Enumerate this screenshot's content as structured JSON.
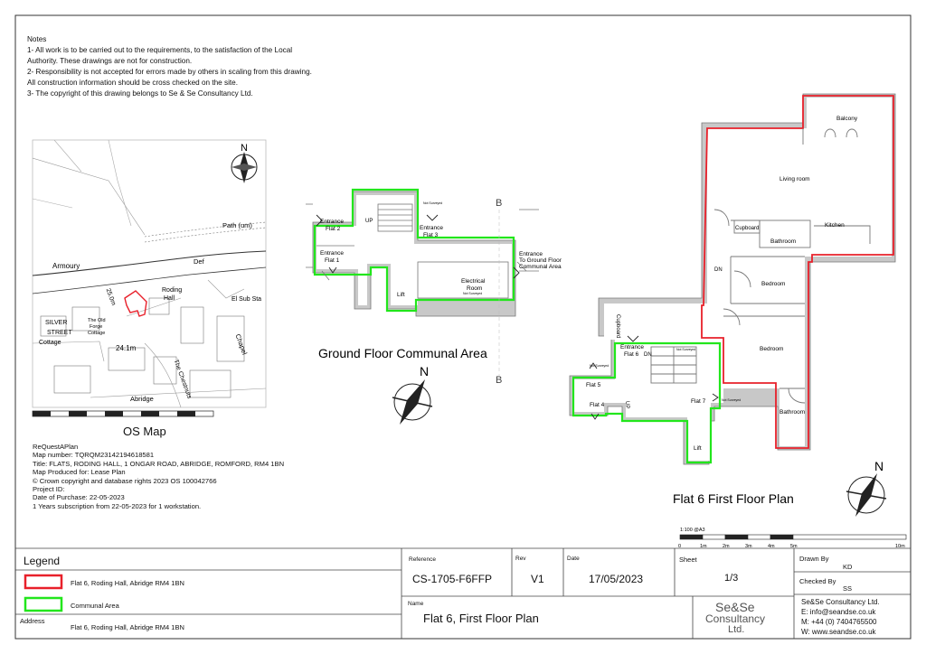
{
  "notes": {
    "heading": "Notes",
    "lines": [
      "1- All work is to be carried out to the requirements, to the satisfaction of the Local",
      "Authority. These drawings are not for construction.",
      "2- Responsibility is not accepted for errors made by others in scaling from this drawing.",
      "All construction information should be cross checked on the site.",
      "3- The copyright of this drawing belongs to Se & Se Consultancy Ltd."
    ]
  },
  "os_map": {
    "title": "OS Map",
    "labels": {
      "path": "Path (um)",
      "armoury": "Armoury",
      "def": "Def",
      "height_25": "25.0m",
      "roding_hall_1": "Roding",
      "roding_hall_2": "Hall",
      "el_sub_sta": "El Sub Sta",
      "silver": "SILVER",
      "street": "STREET",
      "cottage": "Cottage",
      "old_forge_1": "The Old",
      "old_forge_2": "Forge",
      "old_forge_3": "Cottage",
      "height_24": "24.1m",
      "chapel": "Chapel",
      "chestnuts": "The Chestnuts",
      "abridge": "Abridge",
      "n": "N"
    },
    "info": [
      "ReQuestAPlan",
      "Map number: TQRQM23142194618581",
      "Title: FLATS, RODING HALL, 1 ONGAR ROAD, ABRIDGE, ROMFORD, RM4 1BN",
      "Map Produced for: Lease Plan",
      "© Crown copyright and database rights 2023 OS 100042766",
      "Project ID:",
      "Date of Purchase: 22-05-2023",
      "1 Years subscription from 22-05-2023 for 1 workstation."
    ]
  },
  "ground_floor": {
    "title": "Ground Floor Communal Area",
    "labels": {
      "entrance_flat2_a": "Entrance",
      "entrance_flat2_b": "Flat 2",
      "up": "UP",
      "entrance_flat3_a": "Entrance",
      "entrance_flat3_b": "Flat 3",
      "entrance_flat1_a": "Entrance",
      "entrance_flat1_b": "Flat 1",
      "electrical_a": "Electrical",
      "electrical_b": "Room",
      "lift": "Lift",
      "entrance_gf_a": "Entrance",
      "entrance_gf_b": "To Ground Floor",
      "entrance_gf_c": "Communal Area",
      "not_surveyed": "Not Surveyed",
      "b": "B",
      "n": "N"
    }
  },
  "first_floor": {
    "title": "Flat 6 First Floor Plan",
    "labels": {
      "balcony": "Balcony",
      "living_room": "Living room",
      "cupboard": "Cupboard",
      "kitchen": "Kitchen",
      "bathroom": "Bathroom",
      "dn": "DN",
      "bedroom": "Bedroom",
      "entrance_flat6_a": "Entrance",
      "entrance_flat6_b": "Flat 6",
      "flat5": "Flat 5",
      "flat4": "Flat 4",
      "flat7": "Flat 7",
      "lift": "Lift",
      "up": "UP",
      "not_surveyed": "Not Surveyed",
      "n": "N"
    }
  },
  "scale_bar": {
    "label": "1:100 @A3",
    "ticks": [
      "0",
      "1m",
      "2m",
      "3m",
      "4m",
      "5m",
      "10m"
    ]
  },
  "legend": {
    "title": "Legend",
    "items": [
      {
        "label": "Flat 6, Roding Hall, Abridge RM4 1BN",
        "color": "#e8202a"
      },
      {
        "label": "Communal Area",
        "color": "#22e61c"
      }
    ],
    "address_label": "Address",
    "address_value": "Flat 6, Roding Hall, Abridge RM4 1BN"
  },
  "title_block": {
    "reference_label": "Reference",
    "reference_value": "CS-1705-F6FFP",
    "rev_label": "Rev",
    "rev_value": "V1",
    "date_label": "Date",
    "date_value": "17/05/2023",
    "sheet_label": "Sheet",
    "sheet_value": "1/3",
    "name_label": "Name",
    "name_value": "Flat 6,  First Floor Plan",
    "drawn_by_label": "Drawn By",
    "drawn_by_value": "KD",
    "checked_by_label": "Checked By",
    "checked_by_value": "SS",
    "logo_line1": "Se&Se",
    "logo_line2": "Consultancy",
    "logo_line3": "Ltd.",
    "company": "Se&Se Consultancy Ltd.",
    "email": "E: info@seandse.co.uk",
    "mobile": "M: +44 (0) 7404765500",
    "web": "W: www.seandse.co.uk"
  },
  "colors": {
    "flat": "#e8202a",
    "communal": "#22e61c",
    "wall": "#c8c8c8"
  }
}
